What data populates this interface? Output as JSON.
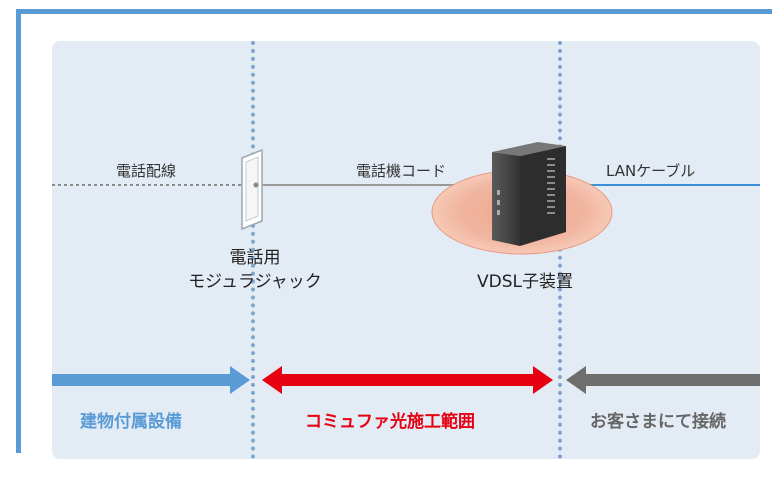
{
  "labels": {
    "phone_wiring": "電話配線",
    "phone_cord": "電話機コード",
    "lan_cable": "LANケーブル",
    "modular_jack_line1": "電話用",
    "modular_jack_line2": "モジュラジャック",
    "vdsl_device": "VDSL子装置"
  },
  "ranges": {
    "building": "建物付属設備",
    "commufa": "コミュファ光施工範囲",
    "customer": "お客さまにて接続"
  },
  "colors": {
    "frame": "#5b9bd5",
    "panel": "#e3ebf5",
    "building_arrow": "#5b9bd5",
    "commufa_arrow": "#e60012",
    "customer_arrow": "#6e6e6e",
    "lan_line": "#3a8fd6"
  }
}
